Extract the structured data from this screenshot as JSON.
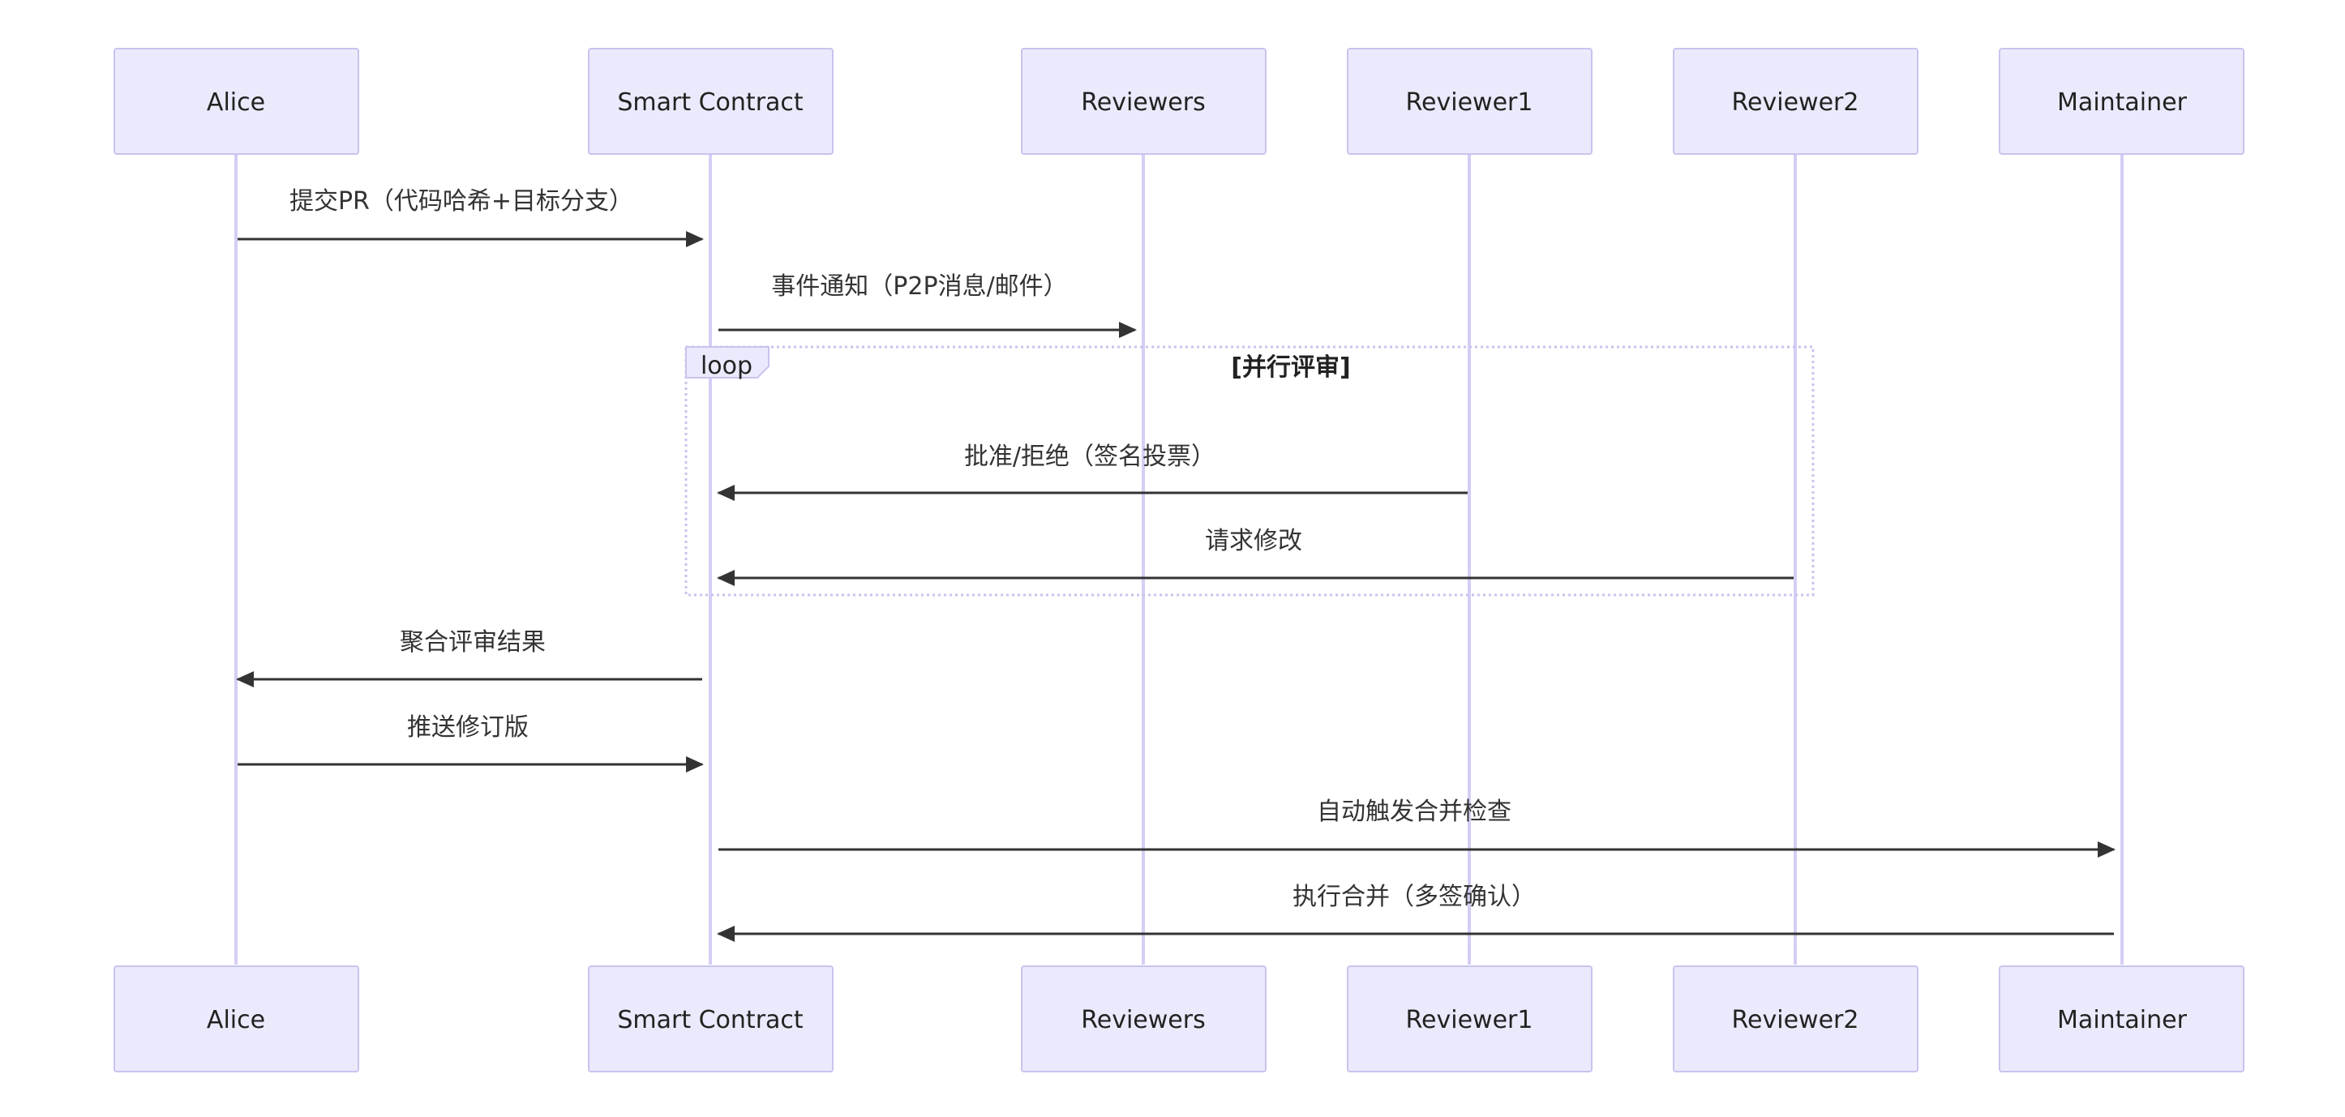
{
  "actors": [
    {
      "id": "alice",
      "label": "Alice"
    },
    {
      "id": "smart-contract",
      "label": "Smart Contract"
    },
    {
      "id": "reviewers",
      "label": "Reviewers"
    },
    {
      "id": "reviewer1",
      "label": "Reviewer1"
    },
    {
      "id": "reviewer2",
      "label": "Reviewer2"
    },
    {
      "id": "maintainer",
      "label": "Maintainer"
    }
  ],
  "messages": [
    {
      "from": "alice",
      "to": "smart-contract",
      "label": "提交PR（代码哈希+目标分支）"
    },
    {
      "from": "smart-contract",
      "to": "reviewers",
      "label": "事件通知（P2P消息/邮件）"
    },
    {
      "from": "reviewer1",
      "to": "smart-contract",
      "label": "批准/拒绝（签名投票）"
    },
    {
      "from": "reviewer2",
      "to": "smart-contract",
      "label": "请求修改"
    },
    {
      "from": "smart-contract",
      "to": "alice",
      "label": "聚合评审结果"
    },
    {
      "from": "alice",
      "to": "smart-contract",
      "label": "推送修订版"
    },
    {
      "from": "smart-contract",
      "to": "maintainer",
      "label": "自动触发合并检查"
    },
    {
      "from": "maintainer",
      "to": "smart-contract",
      "label": "执行合并（多签确认）"
    }
  ],
  "loop": {
    "label": "loop",
    "condition": "[并行评审]"
  },
  "colors": {
    "actor_fill": "#eaeafc",
    "actor_stroke": "#c9c3ee",
    "lifeline": "#d6cdf5",
    "arrow": "#333333",
    "loop_border": "#c9c3ee"
  }
}
